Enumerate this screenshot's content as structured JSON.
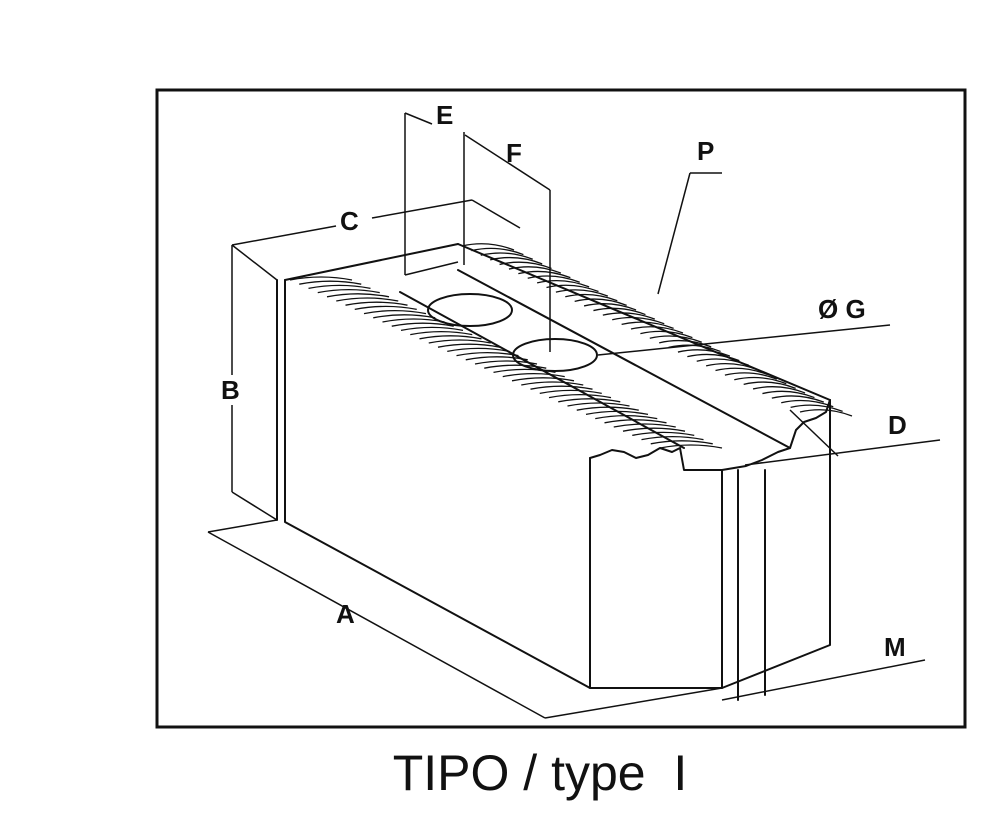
{
  "figure": {
    "caption": "TIPO / type  I",
    "dimension_labels": {
      "A": "A",
      "B": "B",
      "C": "C",
      "D": "D",
      "E": "E",
      "F": "F",
      "P": "P",
      "G": "Ø G",
      "M": "M"
    },
    "colors": {
      "line": "#111111",
      "background": "#ffffff"
    }
  }
}
